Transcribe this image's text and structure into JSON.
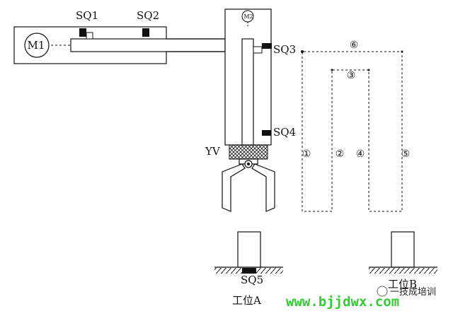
{
  "labels": {
    "sq1": "SQ1",
    "sq2": "SQ2",
    "sq3": "SQ3",
    "sq4": "SQ4",
    "sq5": "SQ5",
    "yv": "YV",
    "m1": "M1",
    "m2": "M2",
    "station_a": "工位A",
    "station_b": "工位B"
  },
  "path_steps": [
    "①",
    "②",
    "③",
    "④",
    "⑤",
    "⑥"
  ],
  "watermark": {
    "url": "www.bjjdwx.com",
    "brand": "一技成培训"
  },
  "colors": {
    "line": "#111111",
    "watermark_green": "#33cc33"
  }
}
